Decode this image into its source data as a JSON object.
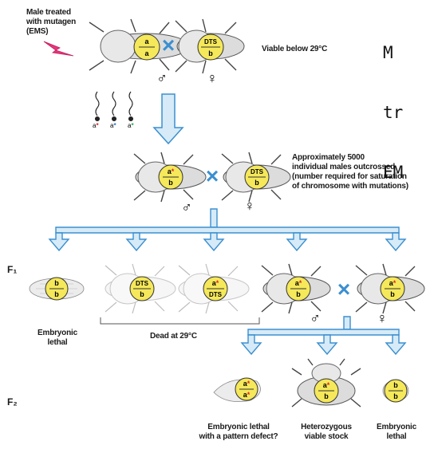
{
  "labels": {
    "male_treated": [
      "Male treated",
      "with mutagen",
      "(EMS)"
    ],
    "viable_below": "Viable below 29°C",
    "approx": [
      "Approximately 5000",
      "individual males outcrossed",
      "(number required for saturation",
      "of chromosome with mutations)"
    ],
    "f1": "F₁",
    "f2": "F₂",
    "embryonic_lethal_f1": [
      "Embryonic",
      "lethal"
    ],
    "dead_at": "Dead at 29°C",
    "embryonic_pattern": [
      "Embryonic lethal",
      "with a pattern defect?"
    ],
    "heterozygous": [
      "Heterozygous",
      "viable stock"
    ],
    "embryonic_lethal_f2": [
      "Embryonic",
      "lethal"
    ],
    "side_text": [
      "M",
      "tr",
      "EM"
    ]
  },
  "genotypes": {
    "p_male": [
      "a",
      "a"
    ],
    "p_female": [
      "DTS",
      "b"
    ],
    "g1_male": [
      "a*",
      "b"
    ],
    "g1_female": [
      "DTS",
      "b"
    ],
    "f1_1": [
      "b",
      "b"
    ],
    "f1_2": [
      "DTS",
      "b"
    ],
    "f1_3": [
      "a*",
      "DTS"
    ],
    "f1_4": [
      "a*",
      "b"
    ],
    "f1_5": [
      "a*",
      "b"
    ],
    "f2_1": [
      "a*",
      "a*"
    ],
    "f2_2": [
      "a*",
      "b"
    ],
    "f2_3": [
      "b",
      "b"
    ]
  },
  "sperm_labels": [
    "a*",
    "a*",
    "a*"
  ],
  "symbols": {
    "cross": "×",
    "male": "♂",
    "female": "♀"
  },
  "colors": {
    "arrow_fill": "#d6ebf7",
    "arrow_stroke": "#3b8fd0",
    "disc_fill": "#f5e85a",
    "asterisk_red": "#e0262b",
    "asterisk_blue": "#2a6fd6",
    "asterisk_green": "#2aa84a",
    "lightning": "#e8357b"
  }
}
